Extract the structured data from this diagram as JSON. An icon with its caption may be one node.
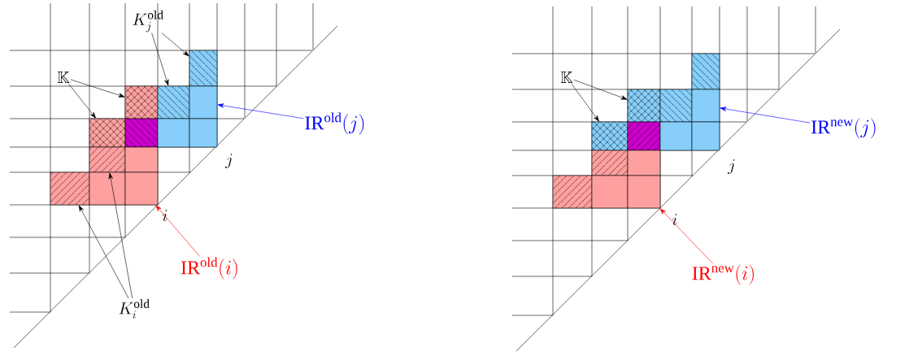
{
  "diagram": {
    "nodes": [
      {
        "text": [
          "K_j^{\\mathrm{old}}"
        ]
      },
      {
        "text": [
          "\\mathbb{K}"
        ]
      },
      {
        "text": [
          "\\mathrm{IR}^{\\mathrm{old}}(j)"
        ]
      },
      {
        "text": [
          "\\mathrm{IR}^{\\mathrm{old}}(i)"
        ]
      },
      {
        "text": [
          "K_i^{\\mathrm{old}}"
        ]
      },
      {
        "text": [
          "\\mathbb{K}"
        ]
      },
      {
        "text": [
          "\\mathrm{IR}^{\\mathrm{new}}(j)"
        ]
      },
      {
        "text": [
          "\\mathrm{IR}^{\\mathrm{new}}(i)"
        ]
      },
      {
        "text": [],
        "shape": "box"
      },
      {
        "text": [],
        "shape": "box"
      },
      {
        "text": [],
        "shape": "box"
      },
      {
        "text": [],
        "shape": "box"
      },
      {
        "text": [],
        "shape": "box"
      },
      {
        "text": [],
        "shape": "box"
      },
      {
        "text": [],
        "shape": "box"
      },
      {
        "text": [],
        "shape": "box"
      },
      {
        "text": [],
        "shape": "box"
      },
      {
        "text": [],
        "shape": "box"
      },
      {
        "text": [],
        "shape": "box"
      },
      {
        "text": [],
        "shape": "box"
      },
      {
        "text": [],
        "shape": "box"
      },
      {
        "text": [],
        "shape": "box"
      },
      {
        "text": [],
        "shape": "box"
      },
      {
        "text": [],
        "shape": "box"
      },
      {
        "text": [],
        "shape": "box"
      },
      {
        "text": [],
        "shape": "box"
      },
      {
        "text": [],
        "shape": "box"
      },
      {
        "text": [],
        "shape": "box"
      },
      {
        "text": [],
        "shape": "box"
      },
      {
        "text": [],
        "shape": "box"
      },
      {
        "text": [],
        "shape": "box"
      },
      {
        "text": [],
        "shape": "box"
      },
      {
        "text": [],
        "shape": "box"
      },
      {
        "text": [],
        "shape": "box"
      }
    ],
    "edges": [
      {
        "from": 0,
        "to": 8,
        "arrow": "to"
      },
      {
        "from": 0,
        "to": 10,
        "arrow": "to"
      },
      {
        "from": 1,
        "to": 9,
        "arrow": "to"
      },
      {
        "from": 1,
        "to": 12,
        "arrow": "to"
      },
      {
        "from": 2,
        "to": 11,
        "arrow": "to",
        "color": "#0000ff"
      },
      {
        "from": 3,
        "to": 20,
        "arrow": "to",
        "color": "#ff0000"
      },
      {
        "from": 4,
        "to": 18,
        "arrow": "to"
      },
      {
        "from": 4,
        "to": 16,
        "arrow": "to"
      },
      {
        "from": 5,
        "to": 22,
        "arrow": "to"
      },
      {
        "from": 5,
        "to": 25,
        "arrow": "to"
      },
      {
        "from": 6,
        "to": 24,
        "arrow": "to",
        "color": "#0000ff"
      },
      {
        "from": 7,
        "to": 33,
        "arrow": "to",
        "color": "#ff0000"
      }
    ],
    "labels": [
      "j",
      "i",
      "j",
      "i"
    ]
  }
}
